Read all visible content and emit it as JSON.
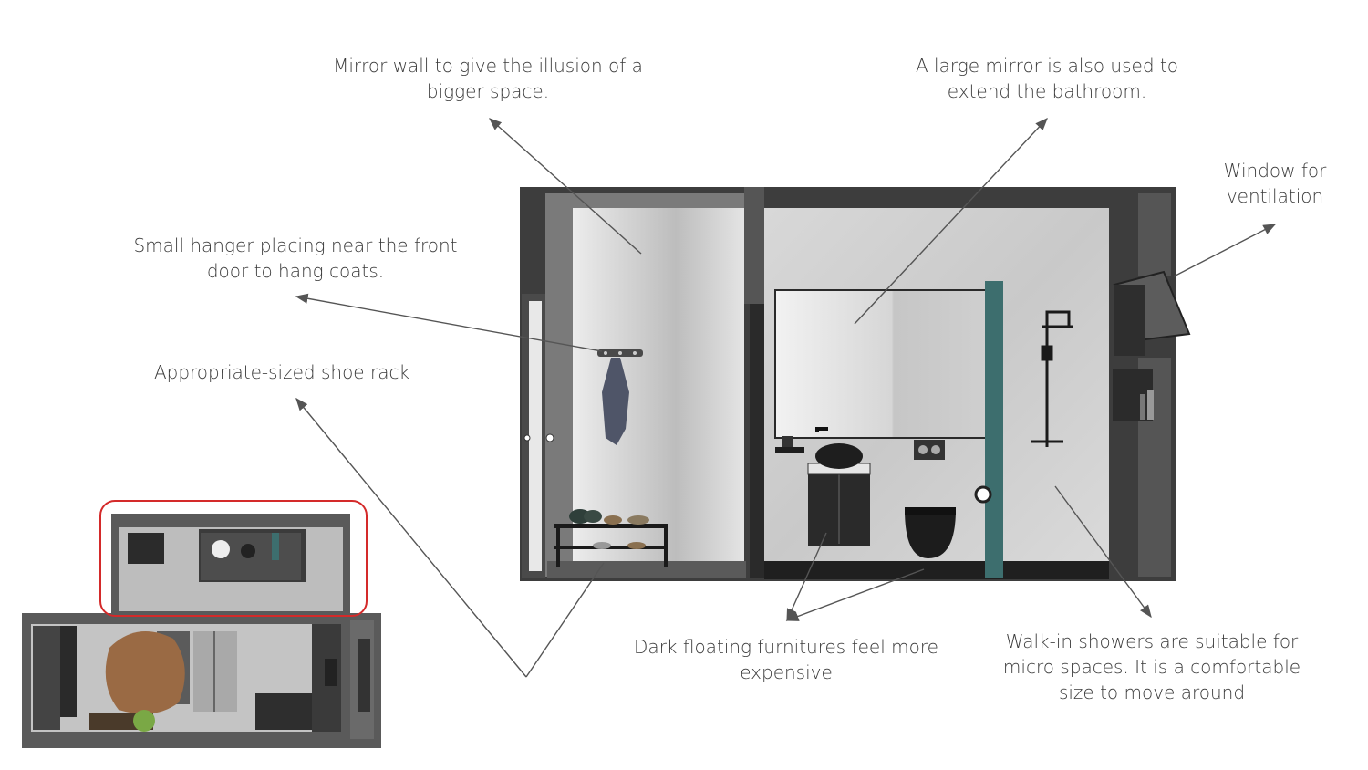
{
  "annotations": {
    "mirror_wall": {
      "lines": [
        "Mirror wall to give the illusion of a",
        "bigger space."
      ]
    },
    "large_mirror": {
      "lines": [
        "A large mirror is also used to",
        "extend the bathroom."
      ]
    },
    "window": {
      "lines": [
        "Window for",
        "ventilation"
      ]
    },
    "hanger": {
      "lines": [
        "Small hanger placing near the front",
        "door to hang coats."
      ]
    },
    "shoe_rack": {
      "lines": [
        "Appropriate-sized shoe rack"
      ]
    },
    "dark_furniture": {
      "lines": [
        "Dark floating furnitures feel more",
        "expensive"
      ]
    },
    "walk_in_shower": {
      "lines": [
        "Walk-in showers are suitable for",
        "micro spaces. It is a comfortable",
        "size to move around"
      ]
    }
  },
  "colors": {
    "wall_dark": "#3d3d3d",
    "wall_mid": "#6a6a6a",
    "concrete": "#cfcfcf",
    "mirror": "#d9d9d9",
    "arrow": "#555555",
    "highlight": "#d42a2a",
    "shower_glass": "#3d6e6e",
    "rug": "#9a6a44",
    "plant": "#7aa845"
  }
}
